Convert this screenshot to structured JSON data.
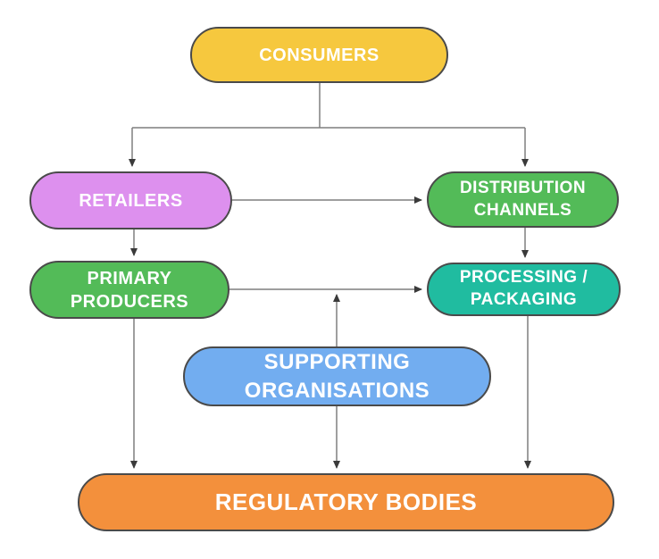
{
  "diagram": {
    "type": "flowchart",
    "background": "#FFFFFF",
    "colors": {
      "node_border": "#4A4A4A",
      "connector_line": "#7F7F7F",
      "arrowhead": "#3A3A3A",
      "node_text": "#FFFFFF"
    },
    "nodes": {
      "consumers": {
        "label": "CONSUMERS",
        "fill": "#F6C83E"
      },
      "retailers": {
        "label": "RETAILERS",
        "fill": "#DD90EE"
      },
      "distribution_channels": {
        "label": "DISTRIBUTION CHANNELS",
        "fill": "#53BB58"
      },
      "primary_producers": {
        "label": "PRIMARY PRODUCERS",
        "fill": "#53BB58"
      },
      "processing_packaging": {
        "label": "PROCESSING / PACKAGING",
        "fill": "#20BCA0"
      },
      "supporting_organisations": {
        "label": "SUPPORTING ORGANISATIONS",
        "fill": "#72ADF0"
      },
      "regulatory_bodies": {
        "label": "REGULATORY BODIES",
        "fill": "#F3903C"
      }
    },
    "edges": [
      {
        "from": "consumers",
        "to": "retailers",
        "arrow": "to"
      },
      {
        "from": "consumers",
        "to": "distribution_channels",
        "arrow": "to"
      },
      {
        "from": "retailers",
        "to": "distribution_channels",
        "arrow": "to"
      },
      {
        "from": "retailers",
        "to": "primary_producers",
        "arrow": "to"
      },
      {
        "from": "distribution_channels",
        "to": "processing_packaging",
        "arrow": "to"
      },
      {
        "from": "primary_producers",
        "to": "processing_packaging",
        "arrow": "to"
      },
      {
        "from": "supporting_organisations",
        "to": "primary_producers-processing_packaging link",
        "arrow": "to"
      },
      {
        "from": "primary_producers",
        "to": "regulatory_bodies",
        "arrow": "to"
      },
      {
        "from": "supporting_organisations",
        "to": "regulatory_bodies",
        "arrow": "to"
      },
      {
        "from": "processing_packaging",
        "to": "regulatory_bodies",
        "arrow": "to"
      }
    ]
  }
}
